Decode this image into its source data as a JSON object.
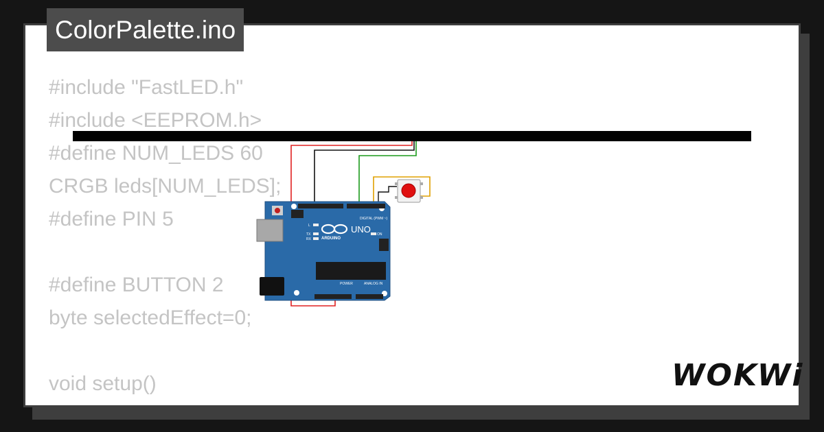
{
  "title": "ColorPalette.ino",
  "code_lines": [
    "#include \"FastLED.h\"",
    "#include <EEPROM.h>",
    "#define NUM_LEDS 60",
    "CRGB leds[NUM_LEDS];",
    "#define PIN 5",
    "",
    "#define BUTTON 2",
    "byte selectedEffect=0;",
    "",
    "void setup()",
    "{"
  ],
  "board": {
    "logo_text": "UNO",
    "brand_text": "ARDUINO",
    "digital_label": "DIGITAL (PWM ~)",
    "power_label": "POWER",
    "analog_label": "ANALOG IN",
    "on_label": "ON",
    "l_label": "L",
    "tx_label": "TX",
    "rx_label": "RX"
  },
  "logo": "WOKWi",
  "colors": {
    "background": "#151515",
    "card_border": "#3e3e3e",
    "code_text": "#c4c4c4",
    "title_bg": "#4c4c4c",
    "board_blue": "#2a6aa8",
    "wire_red": "#e02020",
    "wire_black": "#111111",
    "wire_green": "#1a9a1a",
    "wire_yellow": "#e0a000",
    "button_red": "#e01010"
  }
}
